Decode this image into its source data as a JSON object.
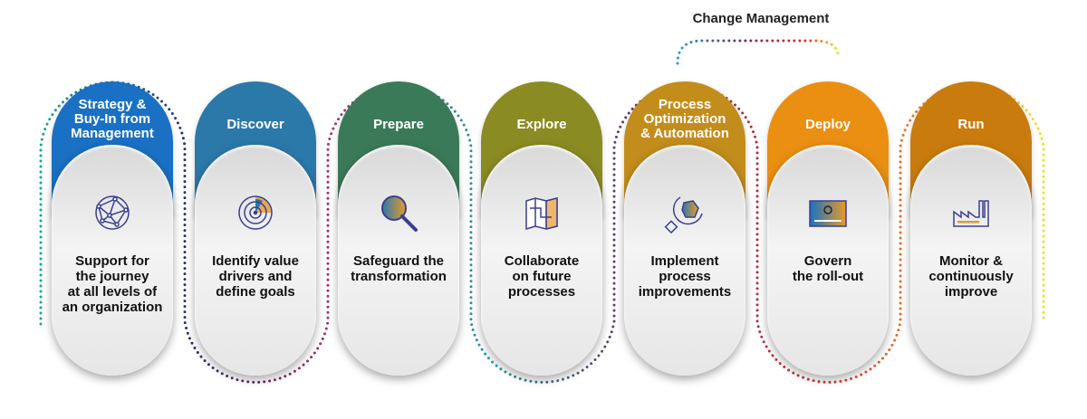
{
  "change_management": "Change Management",
  "stages": [
    {
      "title": "Strategy &\nBuy-In from\nManagement",
      "description": "Support for\nthe journey\nat all levels of\nan organization",
      "icon": "network-globe-icon",
      "color": "#1a70c2"
    },
    {
      "title": "Discover",
      "description": "Identify value\ndrivers and\ndefine goals",
      "icon": "radar-target-icon",
      "color": "#2b79a9"
    },
    {
      "title": "Prepare",
      "description": "Safeguard the\ntransformation",
      "icon": "magnifier-icon",
      "color": "#3b7a58"
    },
    {
      "title": "Explore",
      "description": "Collaborate\non future\nprocesses",
      "icon": "process-map-icon",
      "color": "#8a8b23"
    },
    {
      "title": "Process\nOptimization\n& Automation",
      "description": "Implement\nprocess\nimprovements",
      "icon": "wrench-icon",
      "color": "#c38d1c"
    },
    {
      "title": "Deploy",
      "description": "Govern\nthe roll-out",
      "icon": "deploy-screen-icon",
      "color": "#ea8f12"
    },
    {
      "title": "Run",
      "description": "Monitor &\ncontinuously\nimprove",
      "icon": "factory-icon",
      "color": "#c97c0d"
    }
  ]
}
